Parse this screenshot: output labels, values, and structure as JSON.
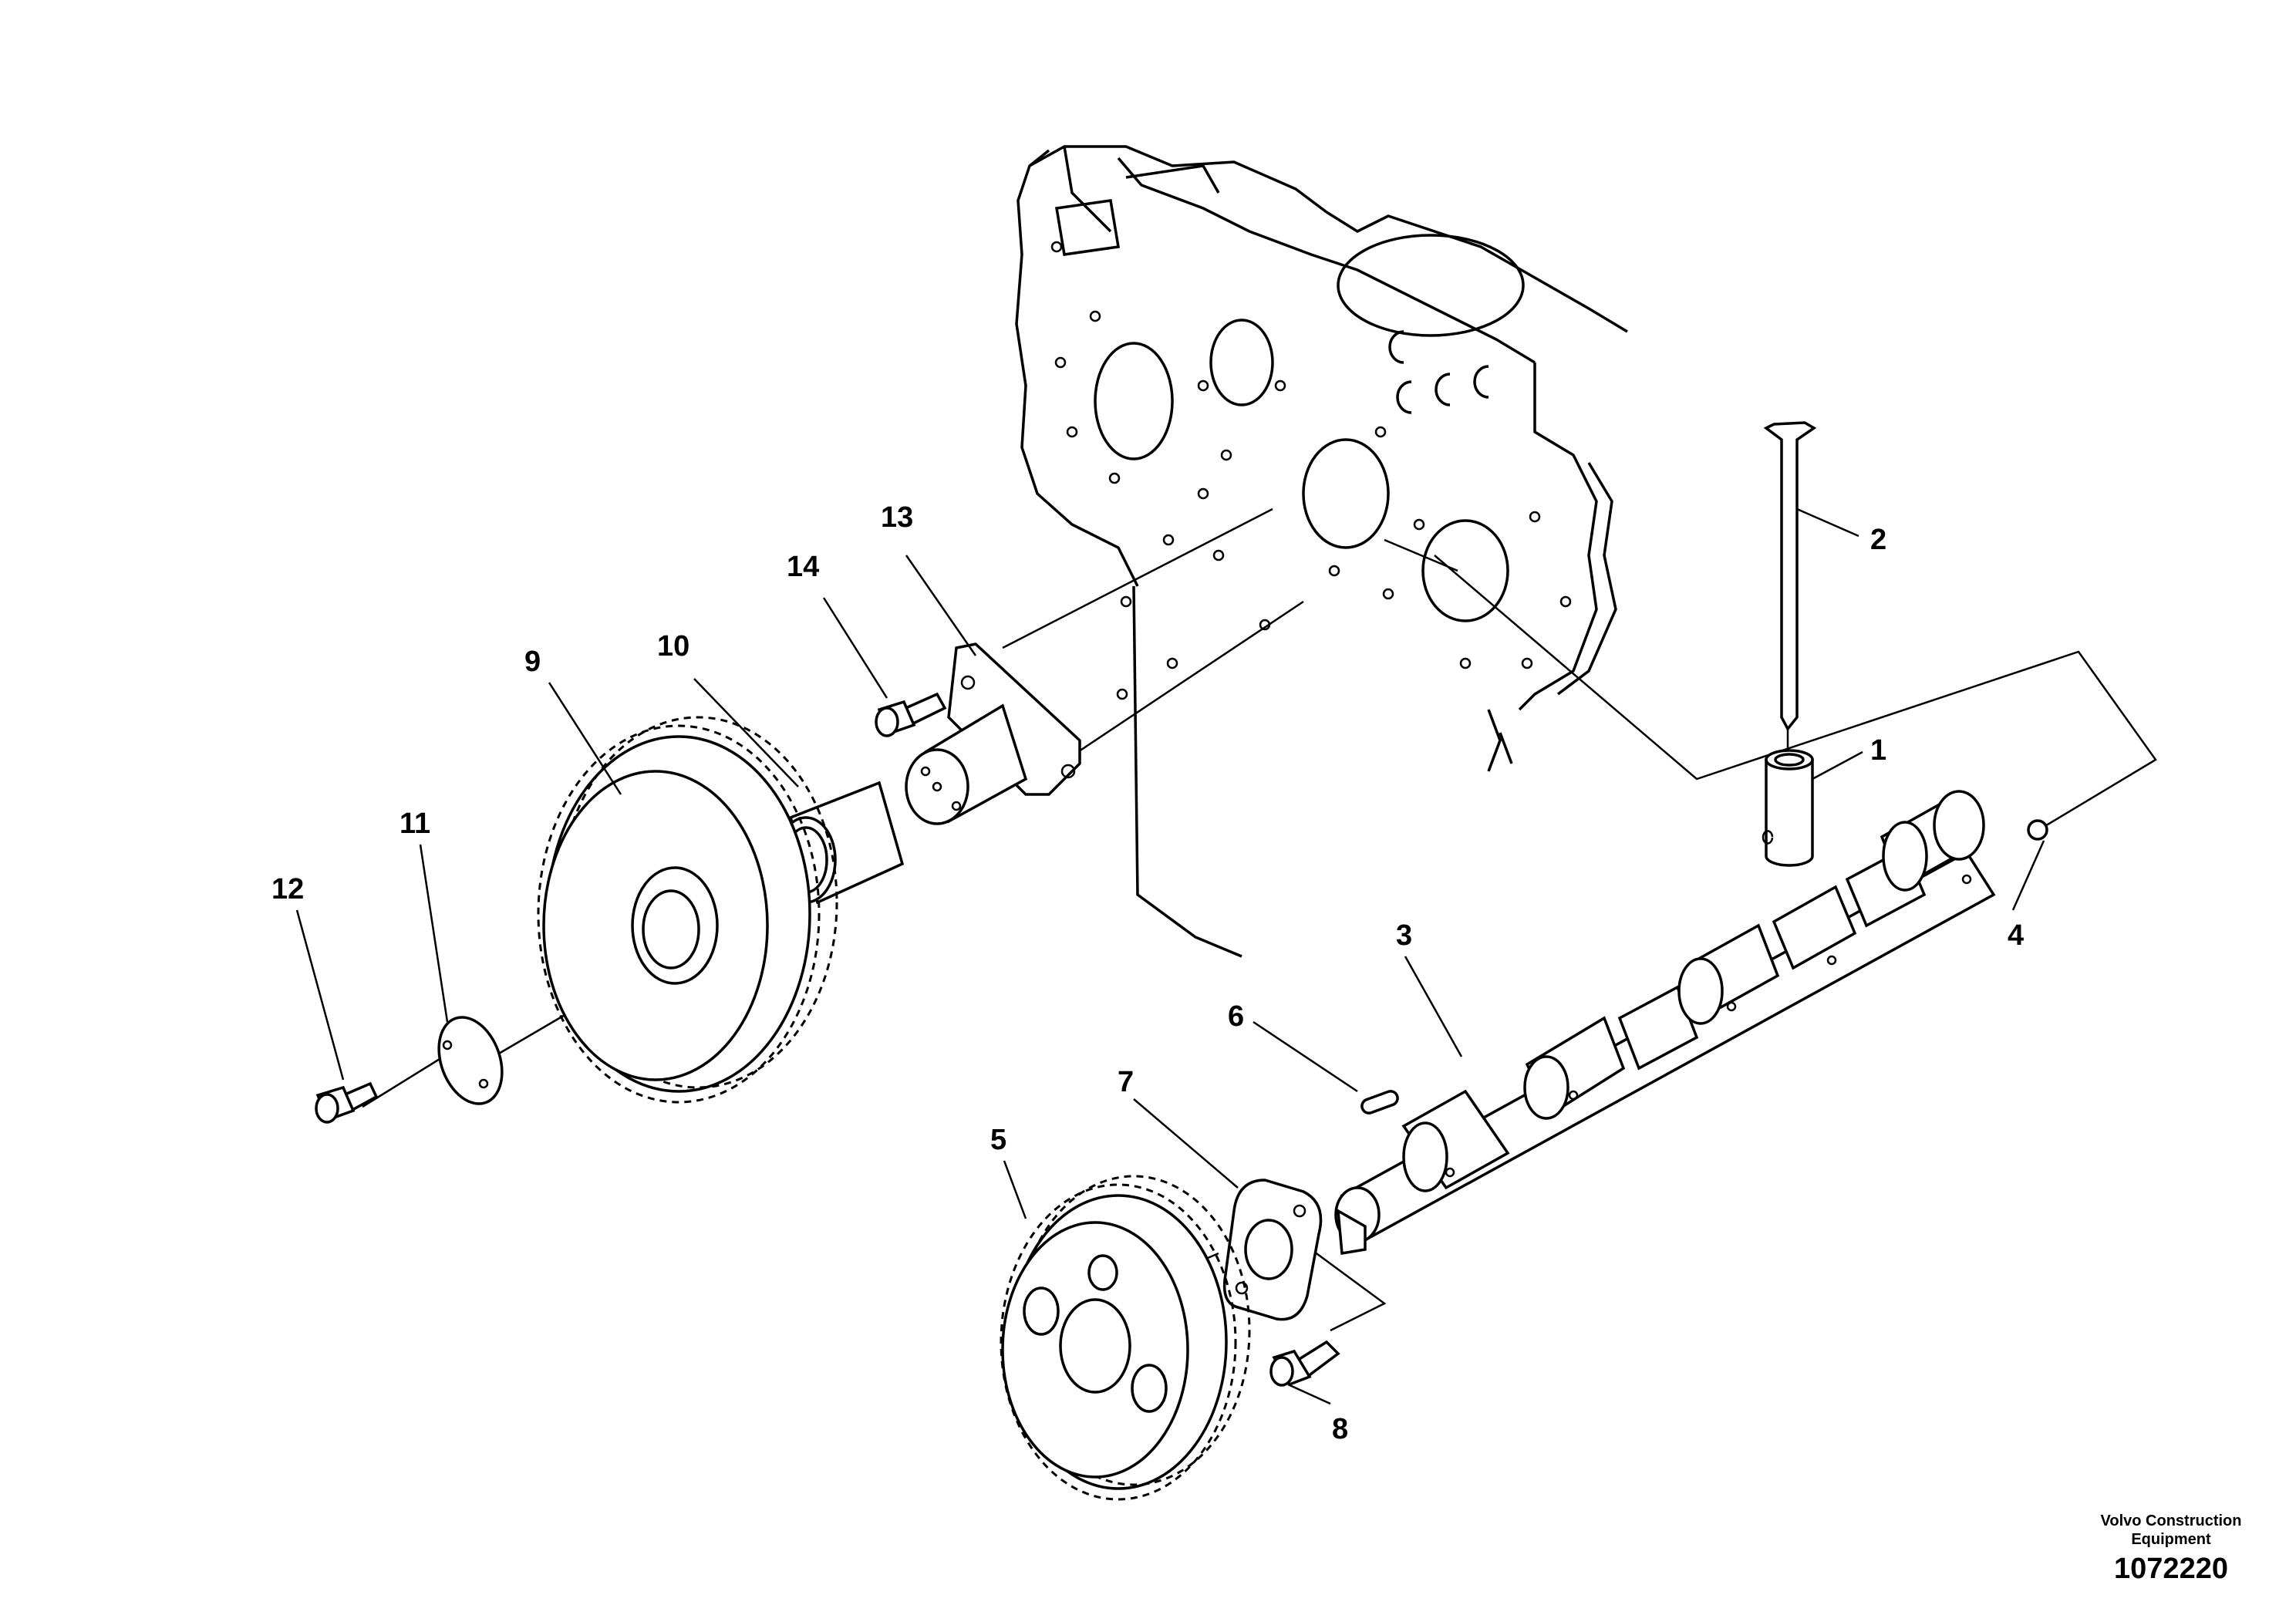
{
  "callouts": {
    "c1": "1",
    "c2": "2",
    "c3": "3",
    "c4": "4",
    "c5": "5",
    "c6": "6",
    "c7": "7",
    "c8": "8",
    "c9": "9",
    "c10": "10",
    "c11": "11",
    "c12": "12",
    "c13": "13",
    "c14": "14"
  },
  "footer": {
    "brand_line1": "Volvo Construction",
    "brand_line2": "Equipment",
    "figure_number": "1072220"
  }
}
